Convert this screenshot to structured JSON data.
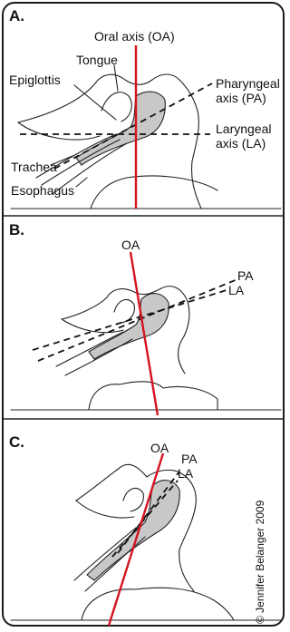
{
  "panels": [
    {
      "label": "A.",
      "annotations": {
        "oral_axis": "Oral axis (OA)",
        "tongue": "Tongue",
        "epiglottis": "Epiglottis",
        "pharyngeal_axis_line1": "Pharyngeal",
        "pharyngeal_axis_line2": "axis (PA)",
        "laryngeal_axis_line1": "Laryngeal",
        "laryngeal_axis_line2": "axis (LA)",
        "trachea": "Trachea",
        "esophagus": "Esophagus"
      }
    },
    {
      "label": "B.",
      "annotations": {
        "oa": "OA",
        "pa": "PA",
        "la": "LA"
      }
    },
    {
      "label": "C.",
      "annotations": {
        "oa": "OA",
        "pa": "PA",
        "la": "LA"
      }
    }
  ],
  "credit": "© Jennifer Belanger 2009",
  "colors": {
    "oral_axis": "#d3141e",
    "axes_dashed": "#111111",
    "airway_fill": "#c8c8c8"
  }
}
